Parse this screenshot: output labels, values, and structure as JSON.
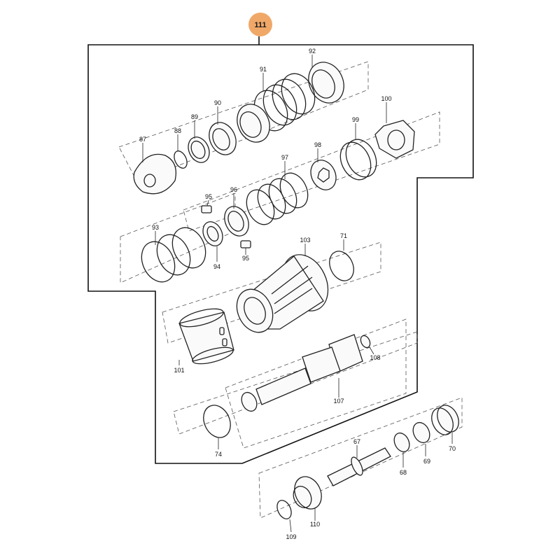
{
  "diagram": {
    "assembly_badge": "111",
    "assembly_badge_color": "#f0a868",
    "part_labels": {
      "p67": "67",
      "p68": "68",
      "p69": "69",
      "p70": "70",
      "p71": "71",
      "p74": "74",
      "p87": "87",
      "p88": "88",
      "p89": "89",
      "p90": "90",
      "p91": "91",
      "p92": "92",
      "p93": "93",
      "p94": "94",
      "p95a": "95",
      "p95b": "95",
      "p96": "96",
      "p97": "97",
      "p98": "98",
      "p99": "99",
      "p100": "100",
      "p101": "101",
      "p103": "103",
      "p107": "107",
      "p108": "108",
      "p109": "109",
      "p110": "110"
    }
  }
}
